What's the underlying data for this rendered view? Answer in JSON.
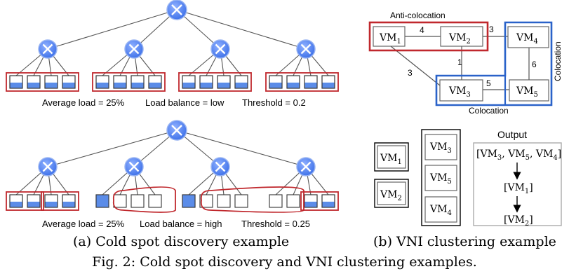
{
  "figure": {
    "caption": "Fig. 2: Cold spot discovery and VNI clustering examples.",
    "subcaption_a": "(a) Cold spot discovery example",
    "subcaption_b": "(b) VNI clustering example"
  },
  "panel_a": {
    "top_tree": {
      "stats": {
        "average_load": "Average load = 25%",
        "load_balance": "Load balance = low",
        "threshold": "Threshold = 0.2"
      },
      "server_fill_levels": [
        0.45,
        0.45,
        0.45,
        0.45,
        0.45,
        0.45,
        0.45,
        0.45,
        0.45,
        0.45,
        0.45,
        0.45,
        0.45,
        0.45,
        0.45,
        0.45
      ]
    },
    "bottom_tree": {
      "stats": {
        "average_load": "Average load = 25%",
        "load_balance": "Load balance = high",
        "threshold": "Threshold = 0.25"
      },
      "server_fill_levels": [
        0.45,
        0.45,
        0.45,
        0.45,
        1,
        0,
        0,
        0,
        1,
        0,
        0,
        0,
        0,
        0,
        0.45,
        0.45
      ]
    }
  },
  "panel_b": {
    "graph": {
      "anti_colocation_label": "Anti-colocation",
      "colocation_label_bottom": "Colocation",
      "colocation_label_right": "Colocation",
      "vms": [
        {
          "id": "vm1",
          "name": "VM",
          "sub": "1"
        },
        {
          "id": "vm2",
          "name": "VM",
          "sub": "2"
        },
        {
          "id": "vm3",
          "name": "VM",
          "sub": "3"
        },
        {
          "id": "vm4",
          "name": "VM",
          "sub": "4"
        },
        {
          "id": "vm5",
          "name": "VM",
          "sub": "5"
        }
      ],
      "edges": [
        {
          "from": "vm1",
          "to": "vm2",
          "weight": "4"
        },
        {
          "from": "vm2",
          "to": "vm4",
          "weight": "3"
        },
        {
          "from": "vm2",
          "to": "vm3",
          "weight": "1"
        },
        {
          "from": "vm1",
          "to": "vm3",
          "weight": "3"
        },
        {
          "from": "vm3",
          "to": "vm5",
          "weight": "5"
        },
        {
          "from": "vm4",
          "to": "vm5",
          "weight": "6"
        }
      ]
    },
    "clusters": {
      "single": [
        {
          "name": "VM",
          "sub": "1"
        },
        {
          "name": "VM",
          "sub": "2"
        }
      ],
      "group": [
        {
          "name": "VM",
          "sub": "3"
        },
        {
          "name": "VM",
          "sub": "5"
        },
        {
          "name": "VM",
          "sub": "4"
        }
      ]
    },
    "output": {
      "title": "Output",
      "list_open": "[VM",
      "items": [
        {
          "sub": "3"
        },
        {
          "sub": "5"
        },
        {
          "sub": "4"
        }
      ],
      "step2": {
        "name": "[VM",
        "sub": "1",
        "close": "]"
      },
      "step3": {
        "name": "[VM",
        "sub": "2",
        "close": "]"
      }
    }
  }
}
